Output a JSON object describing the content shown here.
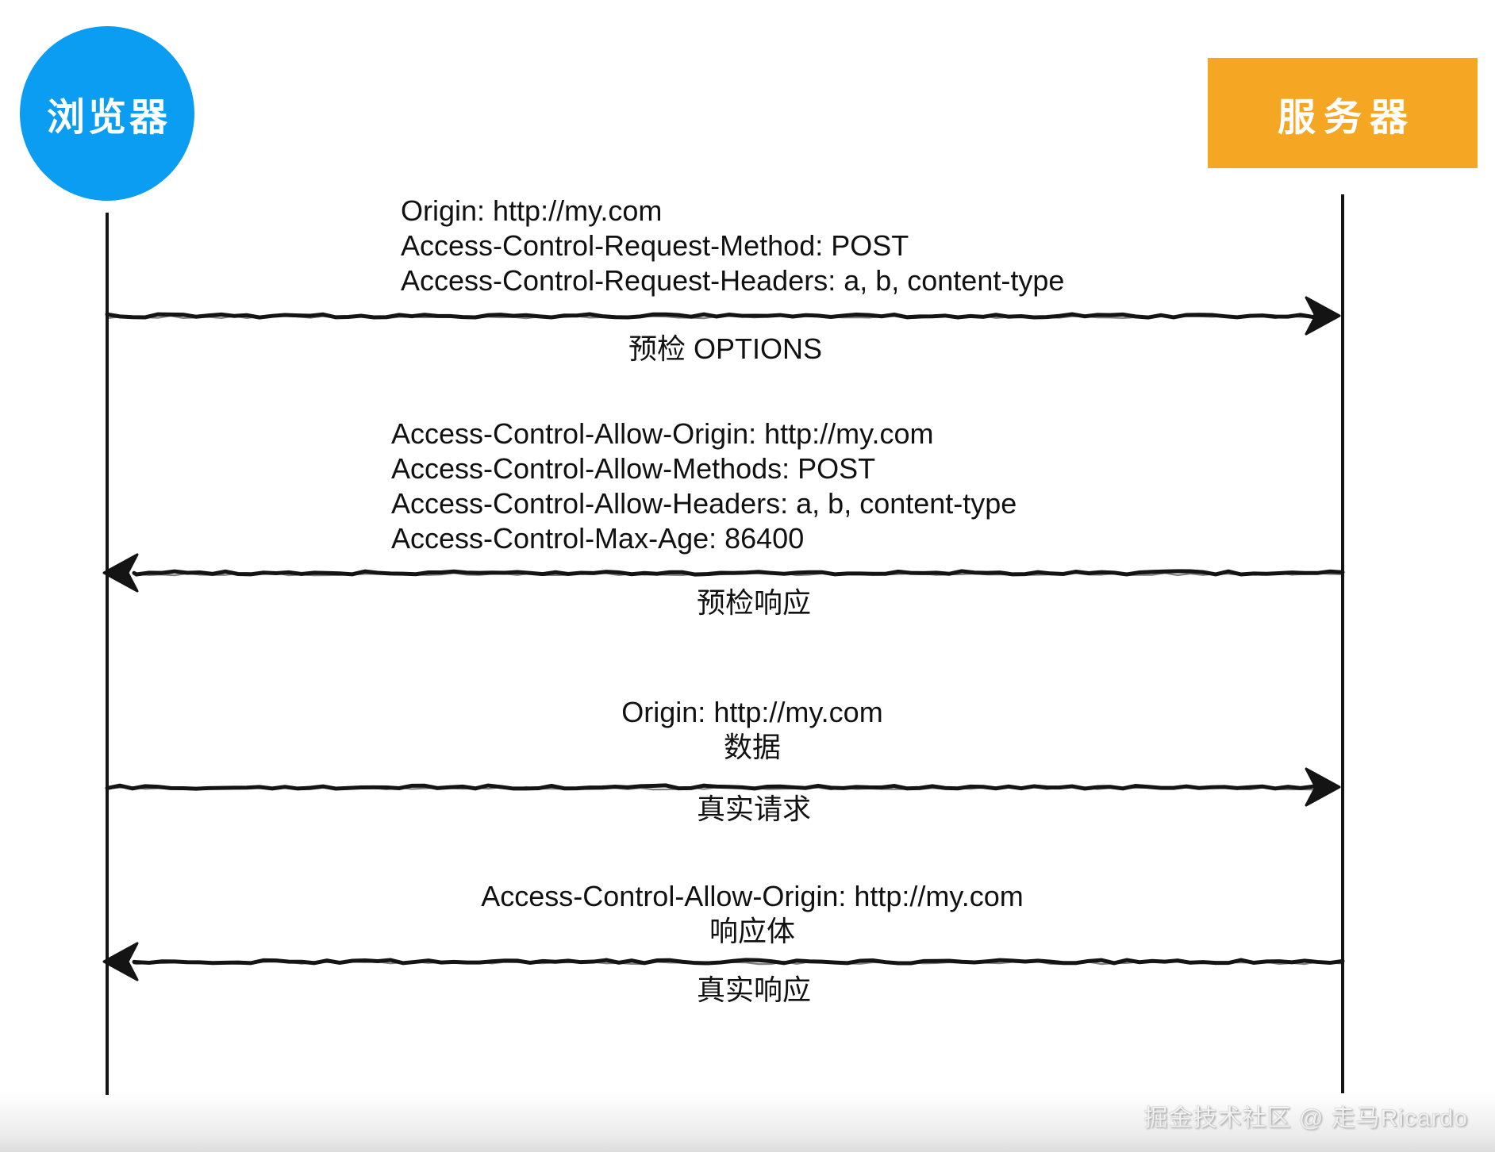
{
  "actors": {
    "browser": {
      "label": "浏览器",
      "color": "#0A9DF2"
    },
    "server": {
      "label": "服务器",
      "color": "#F5A623"
    }
  },
  "messages": [
    {
      "name": "preflight-request",
      "direction": "right",
      "headers": [
        "Origin: http://my.com",
        "Access-Control-Request-Method: POST",
        "Access-Control-Request-Headers: a, b, content-type"
      ],
      "label": "预检 OPTIONS"
    },
    {
      "name": "preflight-response",
      "direction": "left",
      "headers": [
        "Access-Control-Allow-Origin: http://my.com",
        "Access-Control-Allow-Methods: POST",
        "Access-Control-Allow-Headers: a, b, content-type",
        "Access-Control-Max-Age: 86400"
      ],
      "label": "预检响应"
    },
    {
      "name": "actual-request",
      "direction": "right",
      "headers": [
        "Origin: http://my.com",
        "数据"
      ],
      "label": "真实请求"
    },
    {
      "name": "actual-response",
      "direction": "left",
      "headers": [
        "Access-Control-Allow-Origin: http://my.com",
        "响应体"
      ],
      "label": "真实响应"
    }
  ],
  "ink_color": "#141414",
  "watermark": "掘金技术社区 @ 走马Ricardo"
}
